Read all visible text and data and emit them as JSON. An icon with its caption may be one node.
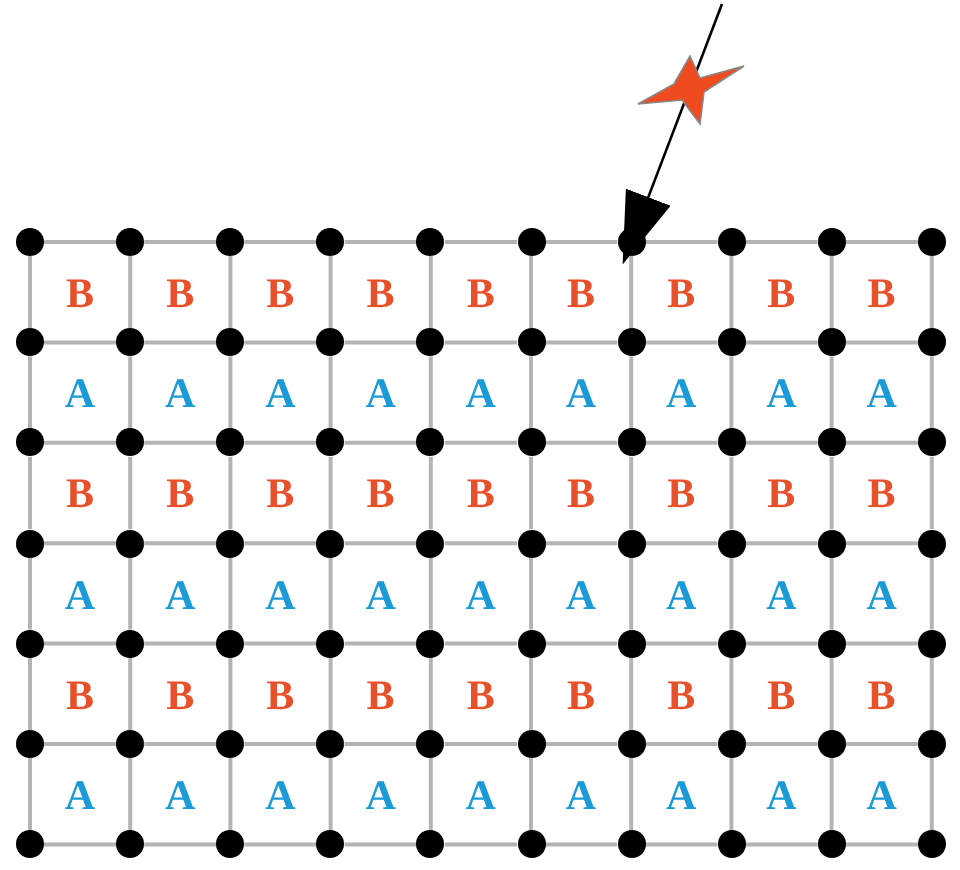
{
  "diagram": {
    "nodes": [
      {
        "text": [],
        "shape": "circle"
      },
      {
        "text": [],
        "shape": "circle"
      },
      {
        "text": [],
        "shape": "circle"
      },
      {
        "text": [],
        "shape": "circle"
      },
      {
        "text": [],
        "shape": "circle"
      },
      {
        "text": [],
        "shape": "circle"
      },
      {
        "text": [],
        "shape": "circle"
      },
      {
        "text": [],
        "shape": "circle"
      },
      {
        "text": [],
        "shape": "circle"
      },
      {
        "text": [],
        "shape": "circle"
      },
      {
        "text": [],
        "shape": "circle"
      },
      {
        "text": [],
        "shape": "circle"
      },
      {
        "text": [],
        "shape": "circle"
      },
      {
        "text": [],
        "shape": "circle"
      },
      {
        "text": [],
        "shape": "circle"
      },
      {
        "text": [],
        "shape": "circle"
      },
      {
        "text": [],
        "shape": "circle"
      },
      {
        "text": [],
        "shape": "circle"
      },
      {
        "text": [],
        "shape": "circle"
      },
      {
        "text": [],
        "shape": "circle"
      },
      {
        "text": [],
        "shape": "circle"
      },
      {
        "text": [],
        "shape": "circle"
      },
      {
        "text": [],
        "shape": "circle"
      },
      {
        "text": [],
        "shape": "circle"
      },
      {
        "text": [],
        "shape": "circle"
      },
      {
        "text": [],
        "shape": "circle"
      },
      {
        "text": [],
        "shape": "circle"
      },
      {
        "text": [],
        "shape": "circle"
      },
      {
        "text": [],
        "shape": "circle"
      },
      {
        "text": [],
        "shape": "circle"
      },
      {
        "text": [],
        "shape": "circle"
      },
      {
        "text": [],
        "shape": "circle"
      },
      {
        "text": [],
        "shape": "circle"
      },
      {
        "text": [],
        "shape": "circle"
      },
      {
        "text": [],
        "shape": "circle"
      },
      {
        "text": [],
        "shape": "circle"
      },
      {
        "text": [],
        "shape": "circle"
      },
      {
        "text": [],
        "shape": "circle"
      },
      {
        "text": [],
        "shape": "circle"
      },
      {
        "text": [],
        "shape": "circle"
      },
      {
        "text": [],
        "shape": "circle"
      },
      {
        "text": [],
        "shape": "circle"
      },
      {
        "text": [],
        "shape": "circle"
      },
      {
        "text": [],
        "shape": "circle"
      },
      {
        "text": [],
        "shape": "circle"
      },
      {
        "text": [],
        "shape": "circle"
      },
      {
        "text": [],
        "shape": "circle"
      },
      {
        "text": [],
        "shape": "circle"
      },
      {
        "text": [],
        "shape": "circle"
      },
      {
        "text": [],
        "shape": "circle"
      },
      {
        "text": [],
        "shape": "circle"
      },
      {
        "text": [],
        "shape": "circle"
      },
      {
        "text": [],
        "shape": "circle"
      },
      {
        "text": [],
        "shape": "circle"
      },
      {
        "text": [],
        "shape": "circle"
      },
      {
        "text": [],
        "shape": "circle"
      },
      {
        "text": [],
        "shape": "circle"
      },
      {
        "text": [],
        "shape": "circle"
      },
      {
        "text": [],
        "shape": "circle"
      },
      {
        "text": [],
        "shape": "circle"
      },
      {
        "text": [],
        "shape": "circle"
      },
      {
        "text": [],
        "shape": "circle"
      },
      {
        "text": [],
        "shape": "circle"
      },
      {
        "text": [],
        "shape": "circle"
      },
      {
        "text": [],
        "shape": "circle"
      },
      {
        "text": [],
        "shape": "circle"
      },
      {
        "text": [],
        "shape": "circle"
      },
      {
        "text": [],
        "shape": "circle"
      },
      {
        "text": [],
        "shape": "circle"
      },
      {
        "text": [],
        "shape": "circle"
      }
    ],
    "edges": [
      {
        "from": null,
        "to": 6,
        "arrow": "to",
        "color": "#000000"
      },
      {
        "from": 0,
        "to": 1,
        "arrow": "none"
      },
      {
        "from": 1,
        "to": 2,
        "arrow": "none"
      },
      {
        "from": 2,
        "to": 3,
        "arrow": "none"
      },
      {
        "from": 3,
        "to": 4,
        "arrow": "none"
      },
      {
        "from": 4,
        "to": 5,
        "arrow": "none"
      },
      {
        "from": 5,
        "to": 6,
        "arrow": "none"
      },
      {
        "from": 6,
        "to": 7,
        "arrow": "none"
      },
      {
        "from": 7,
        "to": 8,
        "arrow": "none"
      },
      {
        "from": 8,
        "to": 9,
        "arrow": "none"
      },
      {
        "from": 10,
        "to": 11,
        "arrow": "none"
      },
      {
        "from": 11,
        "to": 12,
        "arrow": "none"
      },
      {
        "from": 12,
        "to": 13,
        "arrow": "none"
      },
      {
        "from": 13,
        "to": 14,
        "arrow": "none"
      },
      {
        "from": 14,
        "to": 15,
        "arrow": "none"
      },
      {
        "from": 15,
        "to": 16,
        "arrow": "none"
      },
      {
        "from": 16,
        "to": 17,
        "arrow": "none"
      },
      {
        "from": 17,
        "to": 18,
        "arrow": "none"
      },
      {
        "from": 18,
        "to": 19,
        "arrow": "none"
      },
      {
        "from": 20,
        "to": 21,
        "arrow": "none"
      },
      {
        "from": 21,
        "to": 22,
        "arrow": "none"
      },
      {
        "from": 22,
        "to": 23,
        "arrow": "none"
      },
      {
        "from": 23,
        "to": 24,
        "arrow": "none"
      },
      {
        "from": 24,
        "to": 25,
        "arrow": "none"
      },
      {
        "from": 25,
        "to": 26,
        "arrow": "none"
      },
      {
        "from": 26,
        "to": 27,
        "arrow": "none"
      },
      {
        "from": 27,
        "to": 28,
        "arrow": "none"
      },
      {
        "from": 28,
        "to": 29,
        "arrow": "none"
      },
      {
        "from": 30,
        "to": 31,
        "arrow": "none"
      },
      {
        "from": 31,
        "to": 32,
        "arrow": "none"
      },
      {
        "from": 32,
        "to": 33,
        "arrow": "none"
      },
      {
        "from": 33,
        "to": 34,
        "arrow": "none"
      },
      {
        "from": 34,
        "to": 35,
        "arrow": "none"
      },
      {
        "from": 35,
        "to": 36,
        "arrow": "none"
      },
      {
        "from": 36,
        "to": 37,
        "arrow": "none"
      },
      {
        "from": 37,
        "to": 38,
        "arrow": "none"
      },
      {
        "from": 38,
        "to": 39,
        "arrow": "none"
      },
      {
        "from": 40,
        "to": 41,
        "arrow": "none"
      },
      {
        "from": 41,
        "to": 42,
        "arrow": "none"
      },
      {
        "from": 42,
        "to": 43,
        "arrow": "none"
      },
      {
        "from": 43,
        "to": 44,
        "arrow": "none"
      },
      {
        "from": 44,
        "to": 45,
        "arrow": "none"
      },
      {
        "from": 45,
        "to": 46,
        "arrow": "none"
      },
      {
        "from": 46,
        "to": 47,
        "arrow": "none"
      },
      {
        "from": 47,
        "to": 48,
        "arrow": "none"
      },
      {
        "from": 48,
        "to": 49,
        "arrow": "none"
      },
      {
        "from": 50,
        "to": 51,
        "arrow": "none"
      },
      {
        "from": 51,
        "to": 52,
        "arrow": "none"
      },
      {
        "from": 52,
        "to": 53,
        "arrow": "none"
      },
      {
        "from": 53,
        "to": 54,
        "arrow": "none"
      },
      {
        "from": 54,
        "to": 55,
        "arrow": "none"
      },
      {
        "from": 55,
        "to": 56,
        "arrow": "none"
      },
      {
        "from": 56,
        "to": 57,
        "arrow": "none"
      },
      {
        "from": 57,
        "to": 58,
        "arrow": "none"
      },
      {
        "from": 58,
        "to": 59,
        "arrow": "none"
      },
      {
        "from": 60,
        "to": 61,
        "arrow": "none"
      },
      {
        "from": 61,
        "to": 62,
        "arrow": "none"
      },
      {
        "from": 62,
        "to": 63,
        "arrow": "none"
      },
      {
        "from": 63,
        "to": 64,
        "arrow": "none"
      },
      {
        "from": 64,
        "to": 65,
        "arrow": "none"
      },
      {
        "from": 65,
        "to": 66,
        "arrow": "none"
      },
      {
        "from": 66,
        "to": 67,
        "arrow": "none"
      },
      {
        "from": 67,
        "to": 68,
        "arrow": "none"
      },
      {
        "from": 68,
        "to": 69,
        "arrow": "none"
      },
      {
        "from": 0,
        "to": 10,
        "arrow": "none"
      },
      {
        "from": 1,
        "to": 11,
        "arrow": "none"
      },
      {
        "from": 2,
        "to": 12,
        "arrow": "none"
      },
      {
        "from": 3,
        "to": 13,
        "arrow": "none"
      },
      {
        "from": 4,
        "to": 14,
        "arrow": "none"
      },
      {
        "from": 5,
        "to": 15,
        "arrow": "none"
      },
      {
        "from": 6,
        "to": 16,
        "arrow": "none"
      },
      {
        "from": 7,
        "to": 17,
        "arrow": "none"
      },
      {
        "from": 8,
        "to": 18,
        "arrow": "none"
      },
      {
        "from": 9,
        "to": 19,
        "arrow": "none"
      },
      {
        "from": 10,
        "to": 20,
        "arrow": "none"
      },
      {
        "from": 11,
        "to": 21,
        "arrow": "none"
      },
      {
        "from": 12,
        "to": 22,
        "arrow": "none"
      },
      {
        "from": 13,
        "to": 23,
        "arrow": "none"
      },
      {
        "from": 14,
        "to": 24,
        "arrow": "none"
      },
      {
        "from": 15,
        "to": 25,
        "arrow": "none"
      },
      {
        "from": 16,
        "to": 26,
        "arrow": "none"
      },
      {
        "from": 17,
        "to": 27,
        "arrow": "none"
      },
      {
        "from": 18,
        "to": 28,
        "arrow": "none"
      },
      {
        "from": 19,
        "to": 29,
        "arrow": "none"
      },
      {
        "from": 20,
        "to": 30,
        "arrow": "none"
      },
      {
        "from": 21,
        "to": 31,
        "arrow": "none"
      },
      {
        "from": 22,
        "to": 32,
        "arrow": "none"
      },
      {
        "from": 23,
        "to": 33,
        "arrow": "none"
      },
      {
        "from": 24,
        "to": 34,
        "arrow": "none"
      },
      {
        "from": 25,
        "to": 35,
        "arrow": "none"
      },
      {
        "from": 26,
        "to": 36,
        "arrow": "none"
      },
      {
        "from": 27,
        "to": 37,
        "arrow": "none"
      },
      {
        "from": 28,
        "to": 38,
        "arrow": "none"
      },
      {
        "from": 29,
        "to": 39,
        "arrow": "none"
      },
      {
        "from": 30,
        "to": 40,
        "arrow": "none"
      },
      {
        "from": 31,
        "to": 41,
        "arrow": "none"
      },
      {
        "from": 32,
        "to": 42,
        "arrow": "none"
      },
      {
        "from": 33,
        "to": 43,
        "arrow": "none"
      },
      {
        "from": 34,
        "to": 44,
        "arrow": "none"
      },
      {
        "from": 35,
        "to": 45,
        "arrow": "none"
      },
      {
        "from": 36,
        "to": 46,
        "arrow": "none"
      },
      {
        "from": 37,
        "to": 47,
        "arrow": "none"
      },
      {
        "from": 38,
        "to": 48,
        "arrow": "none"
      },
      {
        "from": 39,
        "to": 49,
        "arrow": "none"
      },
      {
        "from": 40,
        "to": 50,
        "arrow": "none"
      },
      {
        "from": 41,
        "to": 51,
        "arrow": "none"
      },
      {
        "from": 42,
        "to": 52,
        "arrow": "none"
      },
      {
        "from": 43,
        "to": 53,
        "arrow": "none"
      },
      {
        "from": 44,
        "to": 54,
        "arrow": "none"
      },
      {
        "from": 45,
        "to": 55,
        "arrow": "none"
      },
      {
        "from": 46,
        "to": 56,
        "arrow": "none"
      },
      {
        "from": 47,
        "to": 57,
        "arrow": "none"
      },
      {
        "from": 48,
        "to": 58,
        "arrow": "none"
      },
      {
        "from": 49,
        "to": 59,
        "arrow": "none"
      },
      {
        "from": 50,
        "to": 60,
        "arrow": "none"
      },
      {
        "from": 51,
        "to": 61,
        "arrow": "none"
      },
      {
        "from": 52,
        "to": 62,
        "arrow": "none"
      },
      {
        "from": 53,
        "to": 63,
        "arrow": "none"
      },
      {
        "from": 54,
        "to": 64,
        "arrow": "none"
      },
      {
        "from": 55,
        "to": 65,
        "arrow": "none"
      },
      {
        "from": 56,
        "to": 66,
        "arrow": "none"
      },
      {
        "from": 57,
        "to": 67,
        "arrow": "none"
      },
      {
        "from": 58,
        "to": 68,
        "arrow": "none"
      },
      {
        "from": 59,
        "to": 69,
        "arrow": "none"
      }
    ],
    "labels": [
      "B",
      "B",
      "B",
      "B",
      "B",
      "B",
      "B",
      "B",
      "B",
      "A",
      "A",
      "A",
      "A",
      "A",
      "A",
      "A",
      "A",
      "A",
      "B",
      "B",
      "B",
      "B",
      "B",
      "B",
      "B",
      "B",
      "B",
      "A",
      "A",
      "A",
      "A",
      "A",
      "A",
      "A",
      "A",
      "A",
      "B",
      "B",
      "B",
      "B",
      "B",
      "B",
      "B",
      "B",
      "B",
      "A",
      "A",
      "A",
      "A",
      "A",
      "A",
      "A",
      "A",
      "A"
    ]
  }
}
